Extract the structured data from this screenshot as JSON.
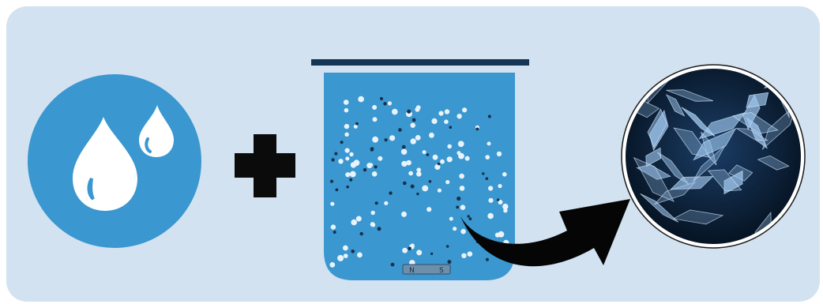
{
  "colors": {
    "panel": "#d3e2f0",
    "water_circle": "#3a97d0",
    "drop": "#ffffff",
    "plus": "#0b0b0b",
    "beaker_fill": "#3a97d0",
    "beaker_lid": "#143553",
    "particle_light": "#e9f3fb",
    "particle_dark": "#17304b",
    "arrow": "#050505",
    "micrograph_bg": "#06101e",
    "crystal": "#9fc7ee"
  },
  "icons": {
    "water": "water-drops-icon",
    "plus": "plus-icon",
    "beaker": "beaker-icon",
    "stir_bar": "magnetic-stir-bar-icon",
    "arrow": "curved-arrow-icon",
    "micrograph": "crystal-micrograph"
  },
  "stir_bar": {
    "left_mark": "N",
    "right_mark": "S"
  }
}
